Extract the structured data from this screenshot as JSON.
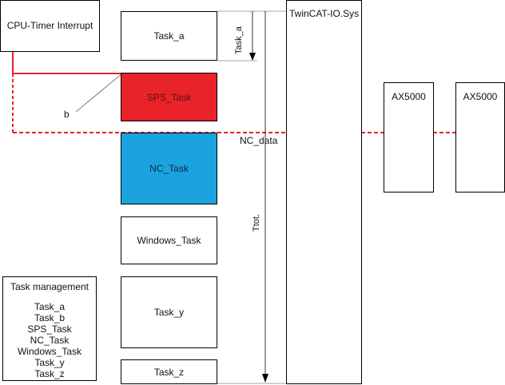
{
  "diagram": {
    "cpu_timer": "CPU-Timer Interrupt",
    "tasks": {
      "task_a": "Task_a",
      "sps_task": "SPS_Task",
      "nc_task": "NC_Task",
      "windows_task": "Windows_Task",
      "task_y": "Task_y",
      "task_z": "Task_z"
    },
    "twincat": "TwinCAT-IO.Sys",
    "ax5000_1": "AX5000",
    "ax5000_2": "AX5000",
    "label_b": "b",
    "nc_data": "NC_data",
    "task_a_time": "Task_a",
    "total_time": "Ttot.",
    "task_management": {
      "title": "Task management",
      "items": [
        "Task_a",
        "Task_b",
        "SPS_Task",
        "NC_Task",
        "Windows_Task",
        "Task_y",
        "Task_z"
      ]
    },
    "colors": {
      "sps_fill": "#e8232a",
      "nc_fill": "#1aa3df",
      "red_line": "#e8232a",
      "line": "#000000",
      "grey_line": "#888888"
    }
  }
}
